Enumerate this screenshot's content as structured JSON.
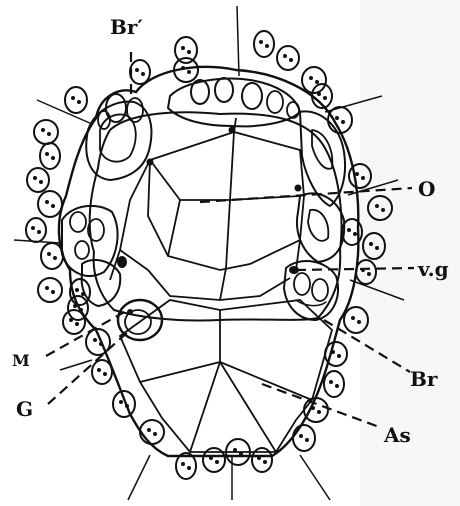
{
  "labels": {
    "br_prime": "Br′",
    "o": "O",
    "vg": "v.g",
    "m": "M",
    "g": "G",
    "br": "Br",
    "as": "As"
  },
  "colors": {
    "ink": "#111111",
    "paper": "#ffffff"
  }
}
